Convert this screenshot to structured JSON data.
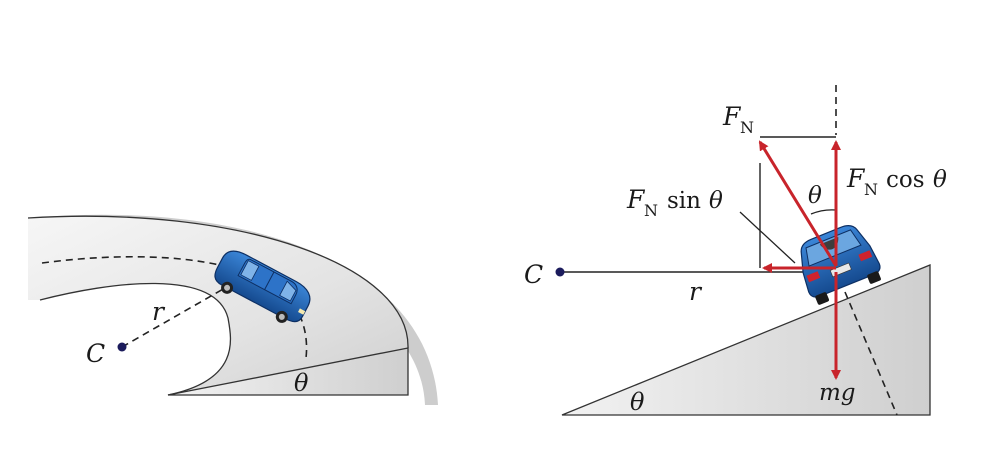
{
  "left_figure": {
    "labels": {
      "center": "C",
      "radius": "r",
      "angle": "θ"
    }
  },
  "right_figure": {
    "labels": {
      "center": "C",
      "radius": "r",
      "angle_incline": "θ",
      "angle_force": "θ",
      "normal_force_main": "F",
      "normal_force_sub": "N",
      "horizontal_comp_main": "F",
      "horizontal_comp_sub": "N",
      "horizontal_comp_rest": "sin",
      "horizontal_comp_angle": "θ",
      "vertical_comp_main": "F",
      "vertical_comp_sub": "N",
      "vertical_comp_rest": "cos",
      "vertical_comp_angle": "θ",
      "weight": "mg"
    }
  },
  "colors": {
    "force_arrow": "#c8242b",
    "car_body": "#1f5fae",
    "car_dark": "#0d2f63",
    "center_dot": "#1b1b5c",
    "ramp_fill": "#e2e2e2"
  }
}
